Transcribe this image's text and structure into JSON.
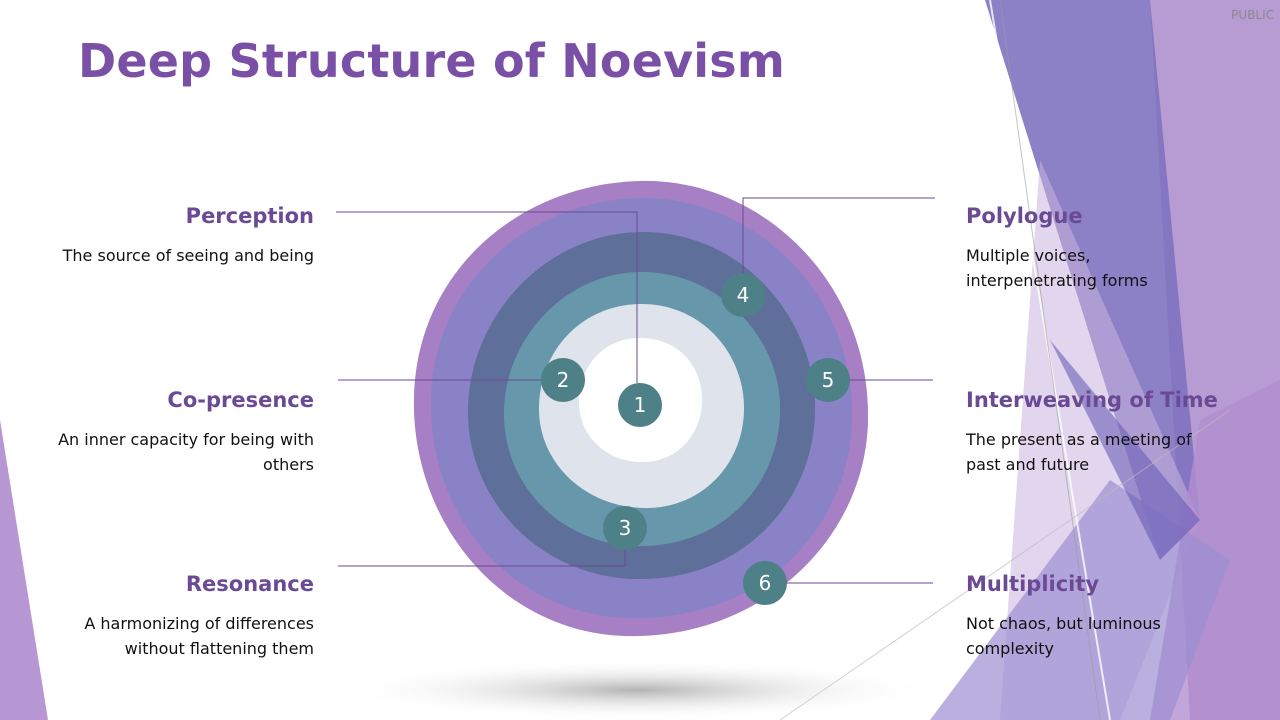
{
  "header": {
    "public_tag": "PUBLIC",
    "title": "Deep Structure of Noevism"
  },
  "layers": [
    {
      "number": "1",
      "label": "Perception",
      "description": "The source of seeing and being"
    },
    {
      "number": "2",
      "label": "Co-presence",
      "description": "An inner capacity for being with others"
    },
    {
      "number": "3",
      "label": "Resonance",
      "description": "A harmonizing of differences without flattening them"
    },
    {
      "number": "4",
      "label": "Polylogue",
      "description": "Multiple voices, interpenetrating forms"
    },
    {
      "number": "5",
      "label": "Interweaving of Time",
      "description": "The present as a meeting of past and future"
    },
    {
      "number": "6",
      "label": "Multiplicity",
      "description": "Not chaos, but luminous complexity"
    }
  ],
  "colors": {
    "title": "#7a4fa6",
    "heading": "#6b4a95",
    "ring_outer": "#a77fc4",
    "ring_2": "#8a82c6",
    "ring_3": "#5e7099",
    "ring_4": "#6797ab",
    "ring_5": "#dfe3ec",
    "core": "#ffffff",
    "badge": "#4e8088"
  }
}
